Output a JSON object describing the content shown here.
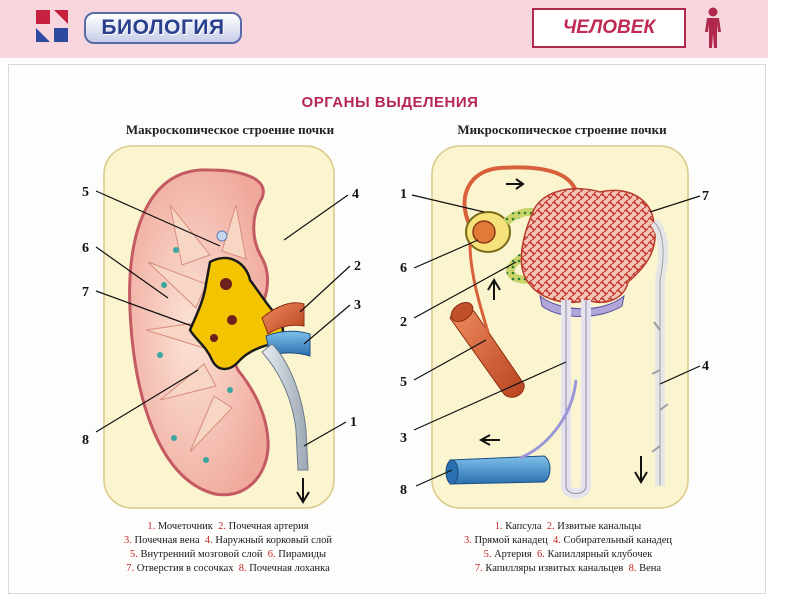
{
  "header": {
    "brand": "БИОЛОГИЯ",
    "section": "ЧЕЛОВЕК",
    "logo_icon": "logo-icon",
    "person_icon": "person-icon"
  },
  "main": {
    "title": "ОРГАНЫ ВЫДЕЛЕНИЯ",
    "left": {
      "subtitle": "Макроскопическое строение почки",
      "labels": [
        "1",
        "2",
        "3",
        "4",
        "5",
        "6",
        "7",
        "8"
      ],
      "legend": [
        {
          "n": "1.",
          "t": "Мочеточник"
        },
        {
          "n": "2.",
          "t": "Почечная артерия"
        },
        {
          "n": "3.",
          "t": "Почечная вена"
        },
        {
          "n": "4.",
          "t": "Наружный корковый слой"
        },
        {
          "n": "5.",
          "t": "Внутренний мозговой слой"
        },
        {
          "n": "6.",
          "t": "Пирамиды"
        },
        {
          "n": "7.",
          "t": "Отверстия в сосочках"
        },
        {
          "n": "8.",
          "t": "Почечная лоханка"
        }
      ]
    },
    "right": {
      "subtitle": "Микроскопическое строение почки",
      "labels": [
        "1",
        "2",
        "3",
        "4",
        "5",
        "6",
        "7",
        "8"
      ],
      "legend": [
        {
          "n": "1.",
          "t": "Капсула"
        },
        {
          "n": "2.",
          "t": "Извитые канальцы"
        },
        {
          "n": "3.",
          "t": "Прямой канадец"
        },
        {
          "n": "4.",
          "t": "Собирательный канадец"
        },
        {
          "n": "5.",
          "t": "Артерия"
        },
        {
          "n": "6.",
          "t": "Капиллярный клубочек"
        },
        {
          "n": "7.",
          "t": "Капилляры извитых канальцев"
        },
        {
          "n": "8.",
          "t": "Вена"
        }
      ]
    }
  },
  "colors": {
    "topbar": "#f7d6dd",
    "title": "#b6265b",
    "section": "#c02a53",
    "brand": "#2b3f8f",
    "card": "#fbf5cf",
    "cortex": "#f3b6a9",
    "pelvis": "#f5c400",
    "artery": "#d8613b",
    "vein": "#3d8fd0"
  }
}
